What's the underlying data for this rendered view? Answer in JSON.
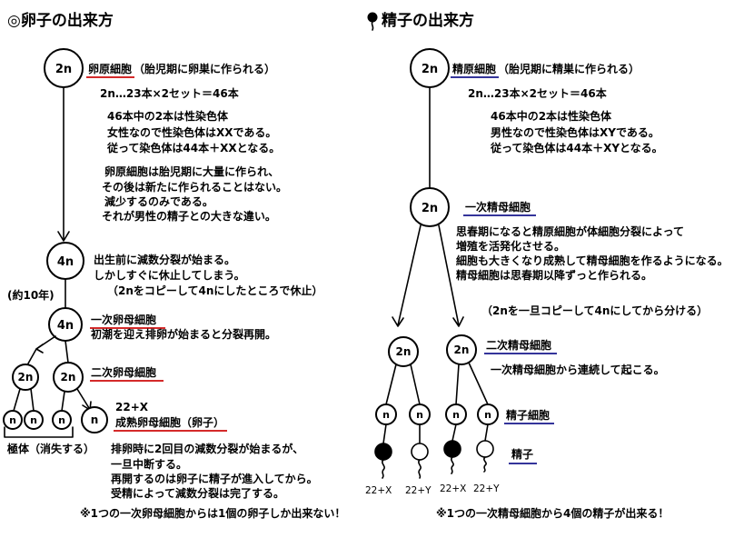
{
  "labels": {
    "two_n": "2n",
    "four_n": "4n",
    "n": "n"
  },
  "colors": {
    "egg_accent": "#d42a2a",
    "sperm_accent": "#34349a"
  },
  "egg": {
    "title": "◎卵子の出来方",
    "oogonium": {
      "label": "卵原細胞",
      "note": "（胎児期に卵巣に作られる）"
    },
    "chromosome_lines": [
      "2n…23本×2セット＝46本",
      "46本中の2本は性染色体",
      "女性なので性染色体はXXである。",
      "従って染色体は44本＋XXとなる。"
    ],
    "oogonium_lines": [
      "卵原細胞は胎児期に大量に作られ、",
      "その後は新たに作られることはない。",
      "減少するのみである。",
      "それが男性の精子との大きな違い。"
    ],
    "meiosis_lines": [
      "出生前に減数分裂が始まる。",
      "しかしすぐに休止してしまう。",
      "（2nをコピーして4nにしたところで休止）"
    ],
    "pause_period": "(約10年)",
    "primary_oocyte": {
      "label": "一次卵母細胞",
      "note": "初潮を迎え排卵が始まると分裂再開。"
    },
    "secondary_oocyte": {
      "label": "二次卵母細胞"
    },
    "mature_oocyte": {
      "karyotype": "22+X",
      "label": "成熟卵母細胞（卵子）"
    },
    "polar_body": "極体（消失する）",
    "ovulation_lines": [
      "排卵時に2回目の減数分裂が始まるが、",
      "一旦中断する。",
      "再開するのは卵子に精子が進入してから。",
      "受精によって減数分裂は完了する。"
    ],
    "footnote": "※1つの一次卵母細胞からは1個の卵子しか出来ない！"
  },
  "sperm": {
    "title_icon": "sperm-icon",
    "title": "精子の出来方",
    "spermatogonium": {
      "label": "精原細胞",
      "note": "（胎児期に精巣に作られる）"
    },
    "chromosome_lines": [
      "2n…23本×2セット＝46本",
      "46本中の2本は性染色体",
      "男性なので性染色体はXYである。",
      "従って染色体は44本＋XYとなる。"
    ],
    "primary_spermatocyte": {
      "label": "一次精母細胞",
      "lines": [
        "思春期になると精原細胞が体細胞分裂によって",
        "増殖を活発化させる。",
        "細胞も大きくなり成熟して精母細胞を作るようになる。",
        "精母細胞は思春期以降ずっと作られる。"
      ]
    },
    "copy_note": "（2nを一旦コピーして4nにしてから分ける）",
    "secondary_spermatocyte": {
      "label": "二次精母細胞",
      "note": "一次精母細胞から連続して起こる。"
    },
    "spermatid": {
      "label": "精子細胞"
    },
    "spermatozoon": {
      "label": "精子"
    },
    "karyotypes": [
      "22+X",
      "22+Y",
      "22+X",
      "22+Y"
    ],
    "footnote": "※1つの一次精母細胞から4個の精子が出来る！"
  }
}
